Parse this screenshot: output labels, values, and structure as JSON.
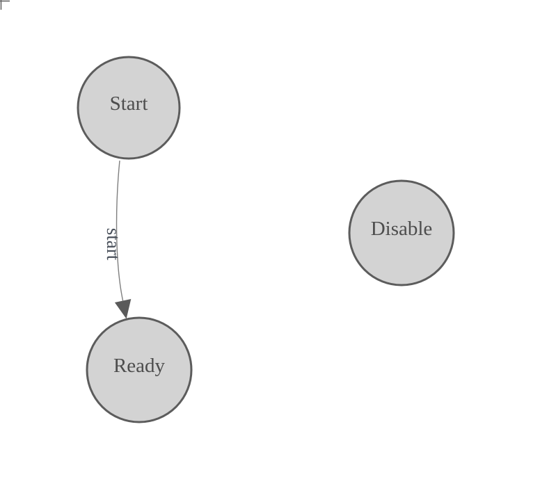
{
  "colors": {
    "background": "#ffffff",
    "node_fill": "#d3d3d3",
    "node_stroke": "#5c5c5c",
    "label_color": "#4d4d4d",
    "edge_color": "#7f7f7f",
    "arrow_color": "#5a5a5a",
    "edge_label_color": "#49505a",
    "corner_mark_color": "#5f5f5f"
  },
  "diagram": {
    "type": "finite-state-machine",
    "nodes": [
      {
        "id": "start",
        "label": "Start"
      },
      {
        "id": "ready",
        "label": "Ready"
      },
      {
        "id": "disable",
        "label": "Disable"
      }
    ],
    "edges": [
      {
        "from": "start",
        "to": "ready",
        "label": "start"
      }
    ]
  }
}
